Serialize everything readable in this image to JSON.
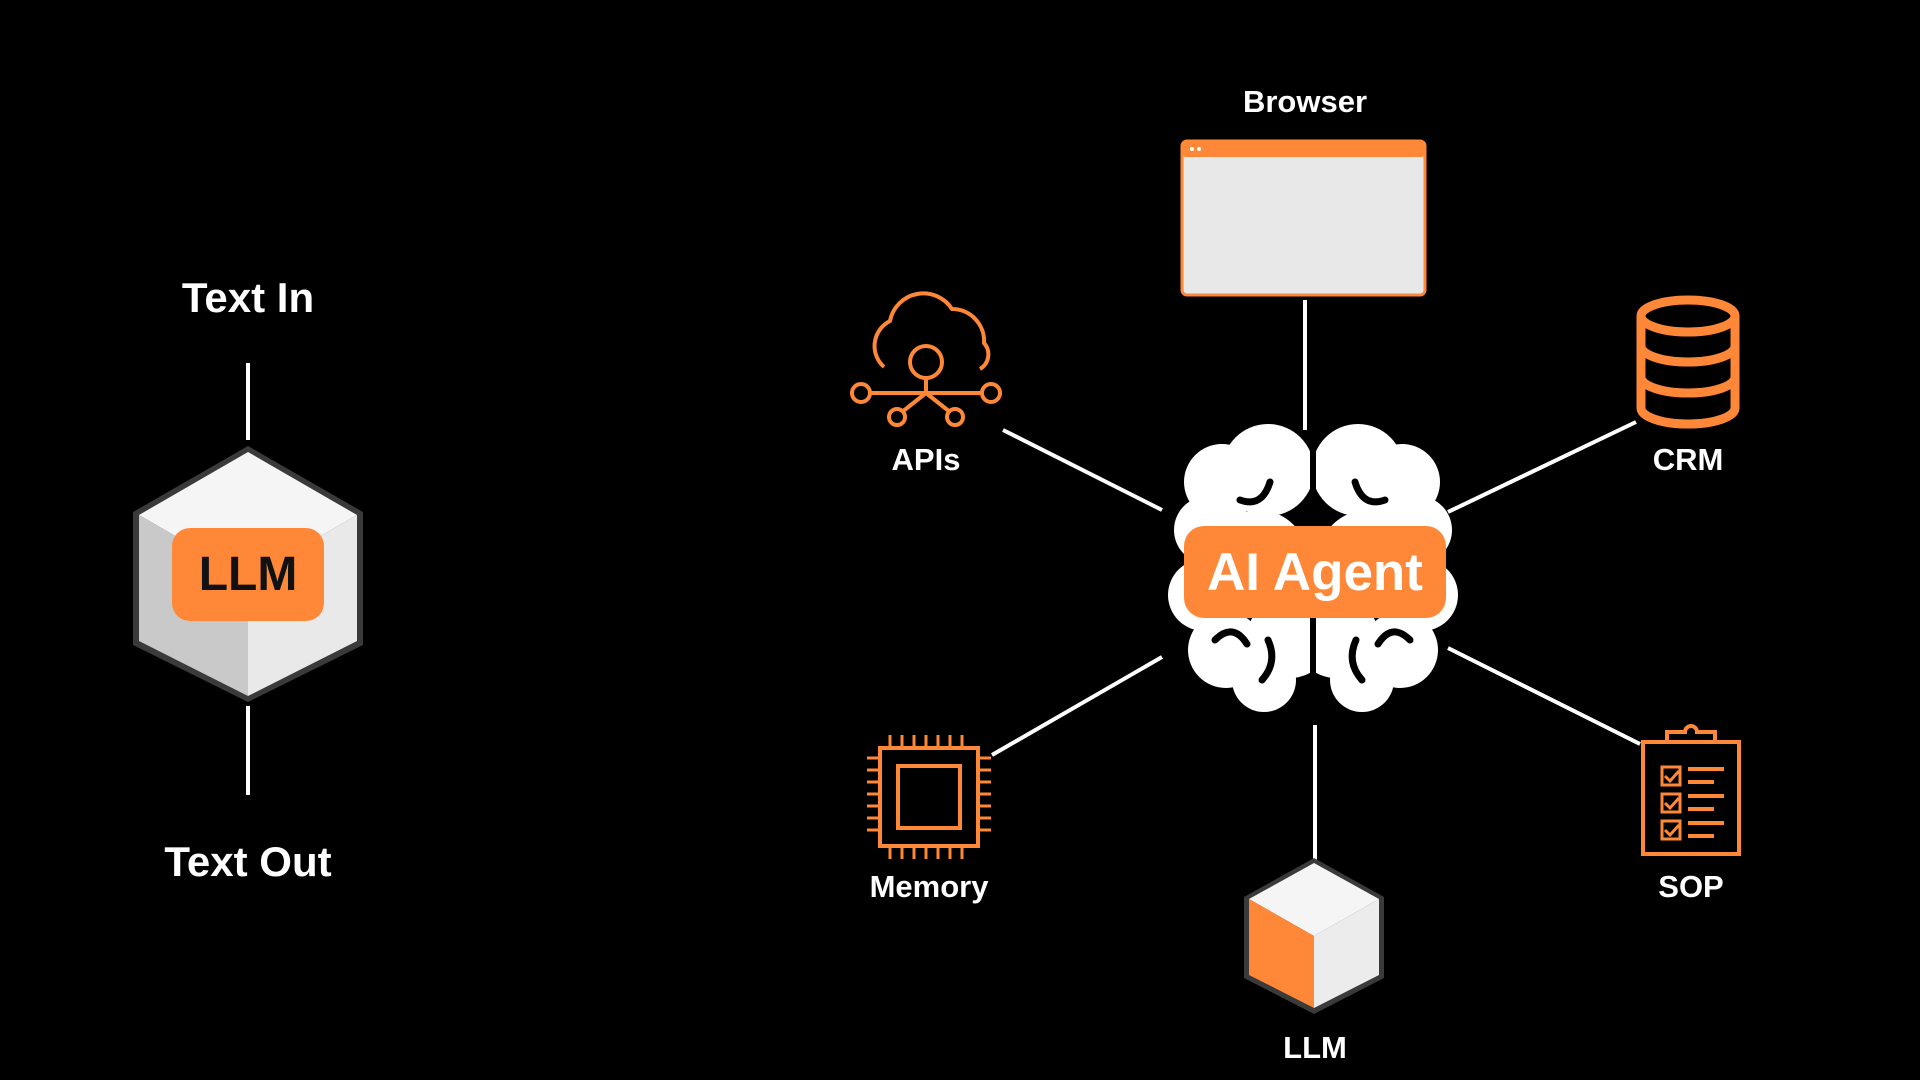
{
  "colors": {
    "accent": "#FF8838",
    "background": "#000000",
    "line": "#FFFFFF",
    "panel": "#E8E8E8"
  },
  "left": {
    "top_label": "Text In",
    "center_label": "LLM",
    "bottom_label": "Text Out",
    "icon": "cube-icon"
  },
  "right": {
    "center_label": "AI Agent",
    "center_icon": "brain-icon",
    "nodes": {
      "browser": {
        "label": "Browser",
        "icon": "browser-window-icon"
      },
      "apis": {
        "label": "APIs",
        "icon": "cloud-network-icon"
      },
      "crm": {
        "label": "CRM",
        "icon": "database-icon"
      },
      "memory": {
        "label": "Memory",
        "icon": "chip-icon"
      },
      "sop": {
        "label": "SOP",
        "icon": "checklist-clipboard-icon"
      },
      "llm": {
        "label": "LLM",
        "icon": "cube-icon"
      }
    }
  }
}
